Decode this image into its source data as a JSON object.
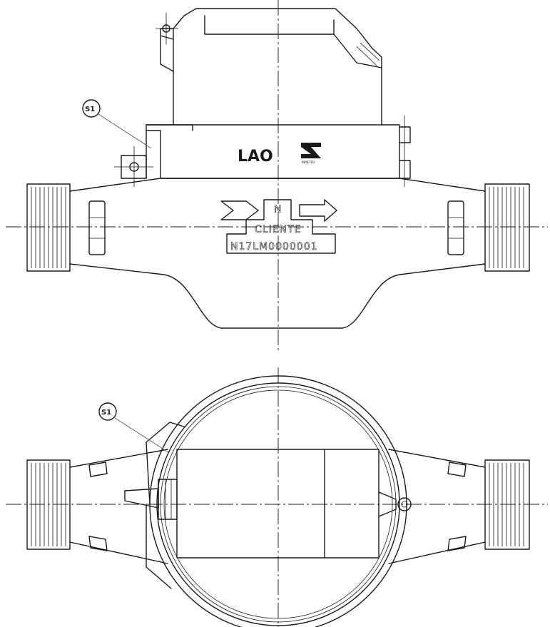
{
  "callouts": {
    "top": "S1",
    "bottom": "S1"
  },
  "body_marking": {
    "brand": "LAO",
    "letter_n": "N",
    "client": "CLIENTE",
    "serial": "N17LM0000001"
  },
  "logo": {
    "caption": "INMETRO"
  }
}
